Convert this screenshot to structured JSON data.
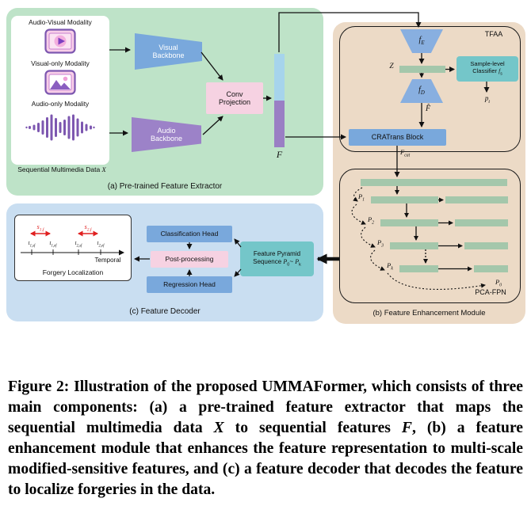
{
  "panel_a": {
    "label": "(a) Pre-trained Feature Extractor",
    "modality_av": "Audio-Visual Modality",
    "modality_v": "Visual-only Modality",
    "modality_a": "Audio-only Modality",
    "seq_text": "Sequential Multimedia Data ",
    "seq_var": "X",
    "vb_l1": "Visual",
    "vb_l2": "Backbone",
    "ab_l1": "Audio",
    "ab_l2": "Backbone",
    "conv_l1": "Conv",
    "conv_l2": "Projection",
    "f_var": "F"
  },
  "panel_b": {
    "label": "(b) Feature Enhancement Module",
    "tfaa": "TFAA",
    "fe_base": "f",
    "fe_sub": "E",
    "z": "Z",
    "cls_l1": "Sample-level",
    "cls_l2": "Classifier ",
    "fs_base": "f",
    "fs_sub": "s",
    "pt_base": "p",
    "pt_sub": "t",
    "fd_base": "f",
    "fd_sub": "D",
    "fhat": "F̂",
    "cratrans": "CRATrans Block",
    "fcat_base": "F",
    "fcat_sub": "cat",
    "pcafpn": "PCA-FPN",
    "p_base": "P",
    "p1_sub": "1",
    "p2_sub": "2",
    "p3_sub": "3",
    "pk_sub": "k",
    "p0_sub": "0"
  },
  "panel_c": {
    "label": "(c) Feature Decoder",
    "forgery_title": "Forgery Localization",
    "temporal": "Temporal",
    "s_base": "s",
    "s1_sub": "1,f",
    "s2_sub": "2,f",
    "t_base": "t",
    "t1s_sub": "1,sf",
    "t1e_sub": "1,ef",
    "t2s_sub": "2,sf",
    "t2e_sub": "2,ef",
    "class_head": "Classification Head",
    "post": "Post-processing",
    "reg_head": "Regression Head",
    "fps_l1": "Feature Pyramid",
    "fps_l2": "Sequence ",
    "fps_p_base": "P",
    "fps_p0_sub": "0",
    "fps_sep": "~ ",
    "fps_pk_sub": "k"
  },
  "caption": {
    "fig_label": "Figure 2:",
    "part1": " Illustration of the proposed UMMAFormer, which consists of three main components: (a) a pre-trained feature extractor that maps the sequential multimedia data ",
    "var_x": "X",
    "part2": " to sequential features ",
    "var_f": "F",
    "part3": ", (b) a feature enhancement module that enhances the feature representation to multi-scale modified-sensitive features, and (c) a feature decoder that decodes the feature to localize forgeries in the data."
  },
  "colors": {
    "panel_a_bg": "#bee3c8",
    "panel_b_bg": "#ecdac6",
    "panel_c_bg": "#c9def1",
    "backbone_blue": "#79a8dc",
    "backbone_purple": "#9c82c8",
    "pink_box": "#f6d2e2",
    "teal_box": "#74c6c9",
    "bar_green": "#a4c7ab",
    "feature_top": "#a6d4ec",
    "feature_bottom": "#9a7fc4",
    "arrow_red": "#e02020"
  }
}
